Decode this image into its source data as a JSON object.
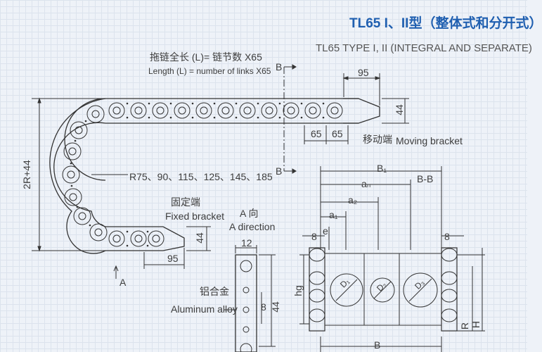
{
  "header": {
    "title": "TL65 I、II型（整体式和分开式）",
    "subtitle": "TL65 TYPE I, II (INTEGRAL AND SEPARATE)"
  },
  "labels": {
    "length_cn": "拖链全长 (L)= 链节数 X65",
    "length_en": "Length (L) = number of links X65",
    "section_b_top": "B",
    "section_b_bottom": "B",
    "dim_95_top": "95",
    "dim_44_right": "44",
    "dim_65_a": "65",
    "dim_65_b": "65",
    "moving_cn": "移动端",
    "moving_en": "Moving bracket",
    "radius_list": "R75、90、115、125、145、185",
    "height_2r": "2R+44",
    "fixed_cn": "固定端",
    "fixed_en": "Fixed bracket",
    "dim_44_left": "44",
    "dim_95_bottom": "95",
    "view_a_bottom": "A",
    "view_a_cn": "A 向",
    "view_a_en": "A direction",
    "dim_12": "12",
    "dim_8_side": "8",
    "dim_44_side": "44",
    "alloy_cn": "铝合金",
    "alloy_en": "Aluminum alloy",
    "b1": "B₁",
    "an": "aₙ",
    "bb": "B-B",
    "a2": "a₂",
    "a1": "a₁",
    "e": "e",
    "dim_8_left": "8",
    "dim_8_right": "8",
    "hg": "hg",
    "r": "R",
    "h": "H",
    "b": "B",
    "dr1": "D₁",
    "dr2": "D₂",
    "dr3": "D₃"
  }
}
